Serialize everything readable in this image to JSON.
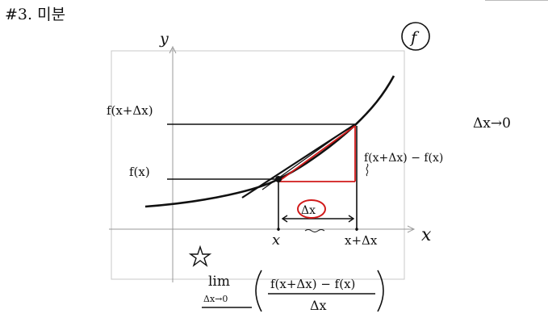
{
  "header": {
    "title": "#3. 미분"
  },
  "badge": {
    "label": "f"
  },
  "axes": {
    "x_label": "x",
    "y_label": "y"
  },
  "labels": {
    "f_x_plus_dx": "f(x+Δx)",
    "f_x": "f(x)",
    "tick_x": "x",
    "tick_x_plus_dx": "x+Δx",
    "delta_x": "Δx",
    "diff_expr": "f(x+Δx) − f(x)",
    "limit_note": "Δx→0"
  },
  "formula": {
    "lim": "lim",
    "lim_sub": "Δx→0",
    "numerator": "f(x+Δx) − f(x)",
    "denominator": "Δx"
  },
  "colors": {
    "ink": "#111111",
    "accent": "#d11a1a",
    "grid": "#c8c8c8"
  },
  "icons": {
    "star": "star-icon"
  }
}
